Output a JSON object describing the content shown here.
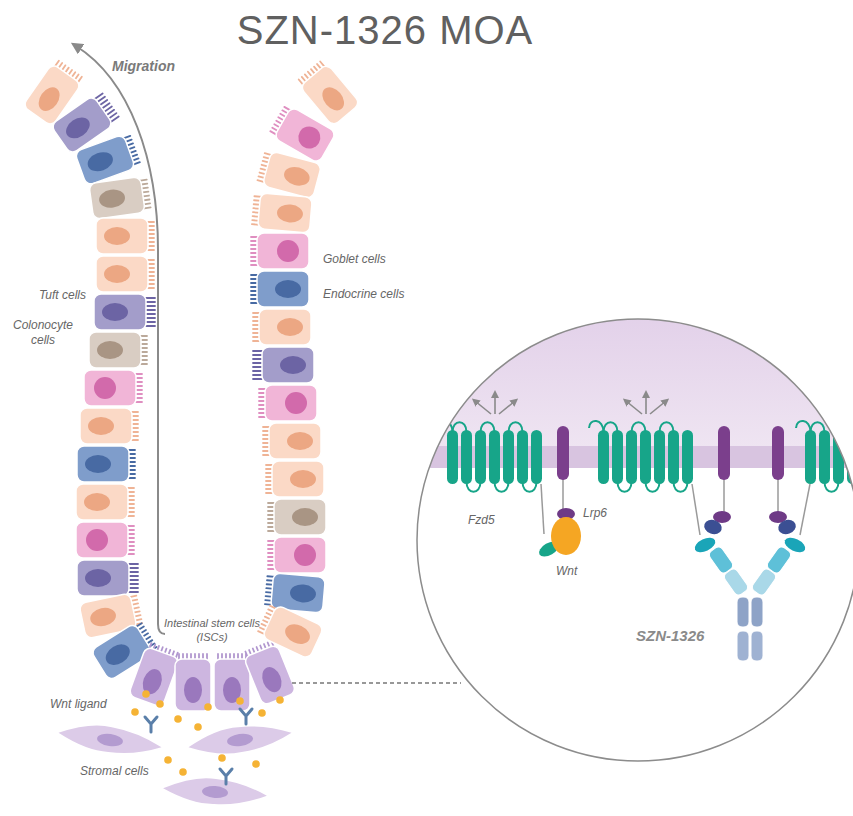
{
  "diagram": {
    "title": "SZN-1326 MOA",
    "nodes": [
      {
        "text": [
          "Fzd5",
          "Lrp6",
          "Wnt",
          "SZN-1326"
        ]
      }
    ],
    "labels": [
      "Migration",
      "Goblet cells",
      "Endocrine cells",
      "Tuft cells",
      "Colonocyte cells",
      "Intestinal stem cells (ISCs)",
      "Wnt ligand",
      "Stromal cells"
    ]
  }
}
